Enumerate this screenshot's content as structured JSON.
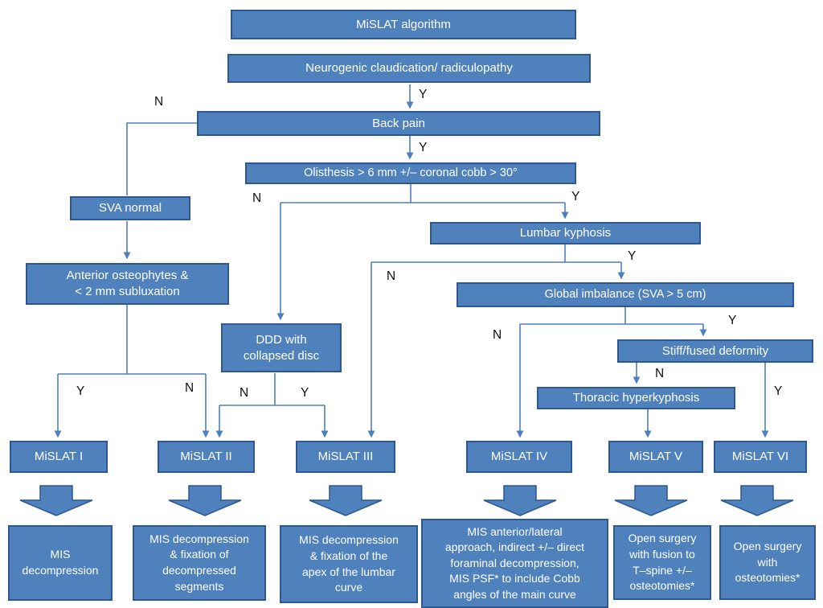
{
  "diagram_title": "MiSLAT algorithm",
  "nodes": {
    "title": "MiSLAT algorithm",
    "neurogenic": "Neurogenic claudication/ radiculopathy",
    "back_pain": "Back pain",
    "olisthesis": "Olisthesis > 6 mm +/– coronal cobb > 30°",
    "sva_normal": "SVA normal",
    "anterior_osteophytes": "Anterior osteophytes &\n< 2 mm subluxation",
    "lumbar_kyphosis": "Lumbar kyphosis",
    "global_imbalance": "Global imbalance  (SVA > 5 cm)",
    "ddd": "DDD with\ncollapsed disc",
    "stiff_fused": "Stiff/fused deformity",
    "thoracic_hyperkyphosis": "Thoracic hyperkyphosis"
  },
  "mislat": [
    "MiSLAT I",
    "MiSLAT II",
    "MiSLAT III",
    "MiSLAT IV",
    "MiSLAT V",
    "MiSLAT VI"
  ],
  "outcomes": [
    "MIS\ndecompression",
    "MIS decompression\n& fixation of\ndecompressed\nsegments",
    "MIS decompression\n& fixation of the\napex of the lumbar\ncurve",
    "MIS anterior/lateral\napproach, indirect +/– direct\nforaminal decompression,\nMIS PSF* to include Cobb\nangles of the main curve",
    "Open surgery\nwith fusion to\nT–spine +/–\nosteotomies*",
    "Open surgery\nwith\nosteotomies*"
  ],
  "labels": {
    "yes": "Y",
    "no": "N"
  },
  "colors": {
    "box_fill": "#4f81bd",
    "box_border": "#2d5892",
    "line": "#4d7ebf",
    "box_text": "#ffffff",
    "label_text": "#111111",
    "background": "#ffffff"
  }
}
